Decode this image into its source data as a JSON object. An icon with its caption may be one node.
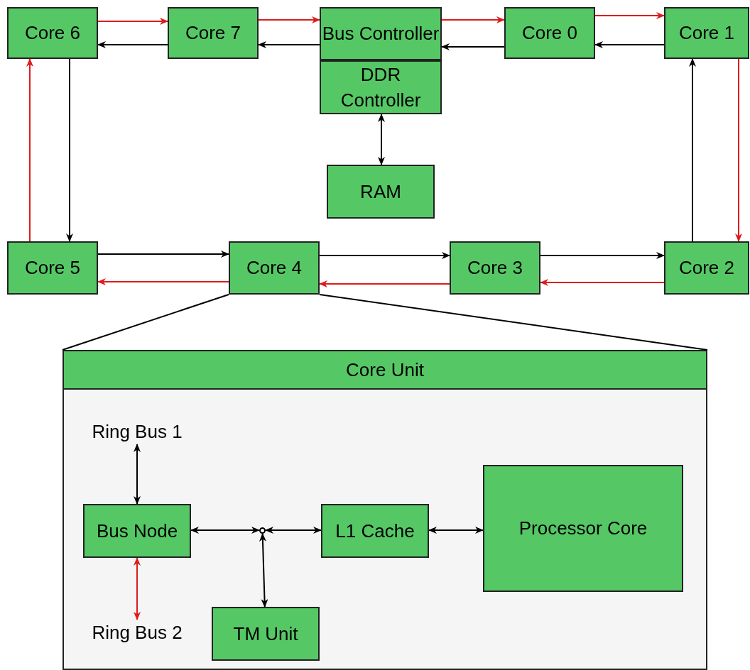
{
  "diagram": {
    "nodes": [
      {
        "text": [
          "Core 6"
        ]
      },
      {
        "text": [
          "Core 7"
        ]
      },
      {
        "text": [
          "Bus Controller"
        ]
      },
      {
        "text": [
          "DDR Controller"
        ]
      },
      {
        "text": [
          "Core 0"
        ]
      },
      {
        "text": [
          "Core 1"
        ]
      },
      {
        "text": [
          "RAM"
        ]
      },
      {
        "text": [
          "Core 5"
        ]
      },
      {
        "text": [
          "Core 4"
        ]
      },
      {
        "text": [
          "Core 3"
        ]
      },
      {
        "text": [
          "Core 2"
        ]
      },
      {
        "text": [
          "Core Unit"
        ]
      },
      {
        "text": [
          "Ring Bus 1"
        ],
        "in": 11
      },
      {
        "text": [
          "Bus Node"
        ],
        "in": 11
      },
      {
        "text": [],
        "shape": "circle",
        "in": 11
      },
      {
        "text": [
          "L1 Cache"
        ],
        "in": 11
      },
      {
        "text": [
          "Processor Core"
        ],
        "in": 11
      },
      {
        "text": [
          "Ring Bus 2"
        ],
        "in": 11
      },
      {
        "text": [
          "TM Unit"
        ],
        "in": 11
      }
    ],
    "edges": [
      {
        "from": 0,
        "to": 1,
        "arrow": "to",
        "color": "#dd1c1c"
      },
      {
        "from": 1,
        "to": 2,
        "arrow": "to",
        "color": "#dd1c1c"
      },
      {
        "from": 2,
        "to": 4,
        "arrow": "to",
        "color": "#dd1c1c"
      },
      {
        "from": 4,
        "to": 5,
        "arrow": "to",
        "color": "#dd1c1c"
      },
      {
        "from": 5,
        "to": 10,
        "arrow": "to",
        "color": "#dd1c1c"
      },
      {
        "from": 10,
        "to": 9,
        "arrow": "to",
        "color": "#dd1c1c"
      },
      {
        "from": 9,
        "to": 8,
        "arrow": "to",
        "color": "#dd1c1c"
      },
      {
        "from": 8,
        "to": 7,
        "arrow": "to",
        "color": "#dd1c1c"
      },
      {
        "from": 7,
        "to": 0,
        "arrow": "to",
        "color": "#dd1c1c"
      },
      {
        "from": 1,
        "to": 0,
        "arrow": "to"
      },
      {
        "from": 2,
        "to": 1,
        "arrow": "to"
      },
      {
        "from": 4,
        "to": 2,
        "arrow": "to"
      },
      {
        "from": 5,
        "to": 4,
        "arrow": "to"
      },
      {
        "from": 10,
        "to": 5,
        "arrow": "to"
      },
      {
        "from": 0,
        "to": 7,
        "arrow": "to"
      },
      {
        "from": 7,
        "to": 8,
        "arrow": "to"
      },
      {
        "from": 8,
        "to": 9,
        "arrow": "to"
      },
      {
        "from": 9,
        "to": 10,
        "arrow": "to"
      },
      {
        "from": 3,
        "to": 6,
        "arrow": "both"
      },
      {
        "from": 8,
        "to": 11,
        "arrow": "none"
      },
      {
        "from": 8,
        "to": 11,
        "arrow": "none"
      },
      {
        "from": 12,
        "to": 13,
        "arrow": "both"
      },
      {
        "from": 13,
        "to": 17,
        "arrow": "both",
        "color": "#dd1c1c"
      },
      {
        "from": 13,
        "to": 14,
        "arrow": "both"
      },
      {
        "from": 14,
        "to": 15,
        "arrow": "both"
      },
      {
        "from": 14,
        "to": 18,
        "arrow": "both"
      },
      {
        "from": 15,
        "to": 16,
        "arrow": "both"
      }
    ]
  }
}
